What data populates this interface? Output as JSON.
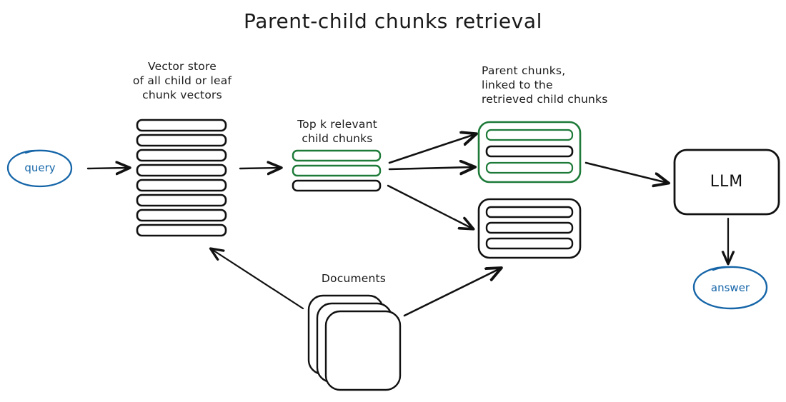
{
  "page": {
    "title": "Parent-child chunks retrieval",
    "background": "#ffffff"
  },
  "colors": {
    "ink": "#111111",
    "green": "#1d7a38",
    "blue": "#1565a8",
    "white": "#ffffff"
  },
  "labels": {
    "vector_store": "Vector store\nof all child or leaf\nchunk vectors",
    "top_k": "Top k relevant\nchild chunks",
    "parent_chunks": "Parent chunks,\nlinked to the\nretrieved child chunks",
    "documents": "Documents"
  },
  "nodes": {
    "query": {
      "label": "query",
      "shape": "ellipse",
      "color": "#1565a8"
    },
    "llm": {
      "label": "LLM",
      "shape": "rounded-rect",
      "color": "#111111"
    },
    "answer": {
      "label": "answer",
      "shape": "ellipse",
      "color": "#1565a8"
    }
  },
  "vector_store": {
    "bar_count": 8,
    "bars": [
      {
        "index": 1,
        "color": "#111111"
      },
      {
        "index": 2,
        "color": "#111111"
      },
      {
        "index": 3,
        "color": "#111111"
      },
      {
        "index": 4,
        "color": "#111111"
      },
      {
        "index": 5,
        "color": "#111111"
      },
      {
        "index": 6,
        "color": "#111111"
      },
      {
        "index": 7,
        "color": "#111111"
      },
      {
        "index": 8,
        "color": "#111111"
      }
    ]
  },
  "top_k_chunks": {
    "bar_count": 3,
    "bars": [
      {
        "index": 1,
        "color": "#1d7a38",
        "state": "retrieved"
      },
      {
        "index": 2,
        "color": "#1d7a38",
        "state": "retrieved"
      },
      {
        "index": 3,
        "color": "#111111",
        "state": "not-retrieved"
      }
    ]
  },
  "parent_chunk_boxes": [
    {
      "id": "parent-box-linked",
      "border_color": "#1d7a38",
      "bars": [
        {
          "index": 1,
          "color": "#1d7a38"
        },
        {
          "index": 2,
          "color": "#111111"
        },
        {
          "index": 3,
          "color": "#1d7a38"
        }
      ]
    },
    {
      "id": "parent-box-plain",
      "border_color": "#111111",
      "bars": [
        {
          "index": 1,
          "color": "#111111"
        },
        {
          "index": 2,
          "color": "#111111"
        },
        {
          "index": 3,
          "color": "#111111"
        }
      ]
    }
  ],
  "documents": {
    "sheet_count": 3,
    "color": "#111111"
  },
  "arrows": [
    {
      "id": "query-to-vector-store",
      "from": "query",
      "to": "vector-store"
    },
    {
      "id": "vector-store-to-top-k",
      "from": "vector-store",
      "to": "top-k-chunks"
    },
    {
      "id": "top-k-1-to-parent-linked",
      "from": "top-k-chunk-1",
      "to": "parent-box-linked"
    },
    {
      "id": "top-k-2-to-parent-linked",
      "from": "top-k-chunk-2",
      "to": "parent-box-linked"
    },
    {
      "id": "top-k-3-to-parent-plain",
      "from": "top-k-chunk-3",
      "to": "parent-box-plain"
    },
    {
      "id": "parent-linked-to-llm",
      "from": "parent-box-linked",
      "to": "llm"
    },
    {
      "id": "llm-to-answer",
      "from": "llm",
      "to": "answer"
    },
    {
      "id": "documents-to-vector-store",
      "from": "documents",
      "to": "vector-store"
    },
    {
      "id": "documents-to-parent-plain",
      "from": "documents",
      "to": "parent-box-plain"
    }
  ]
}
